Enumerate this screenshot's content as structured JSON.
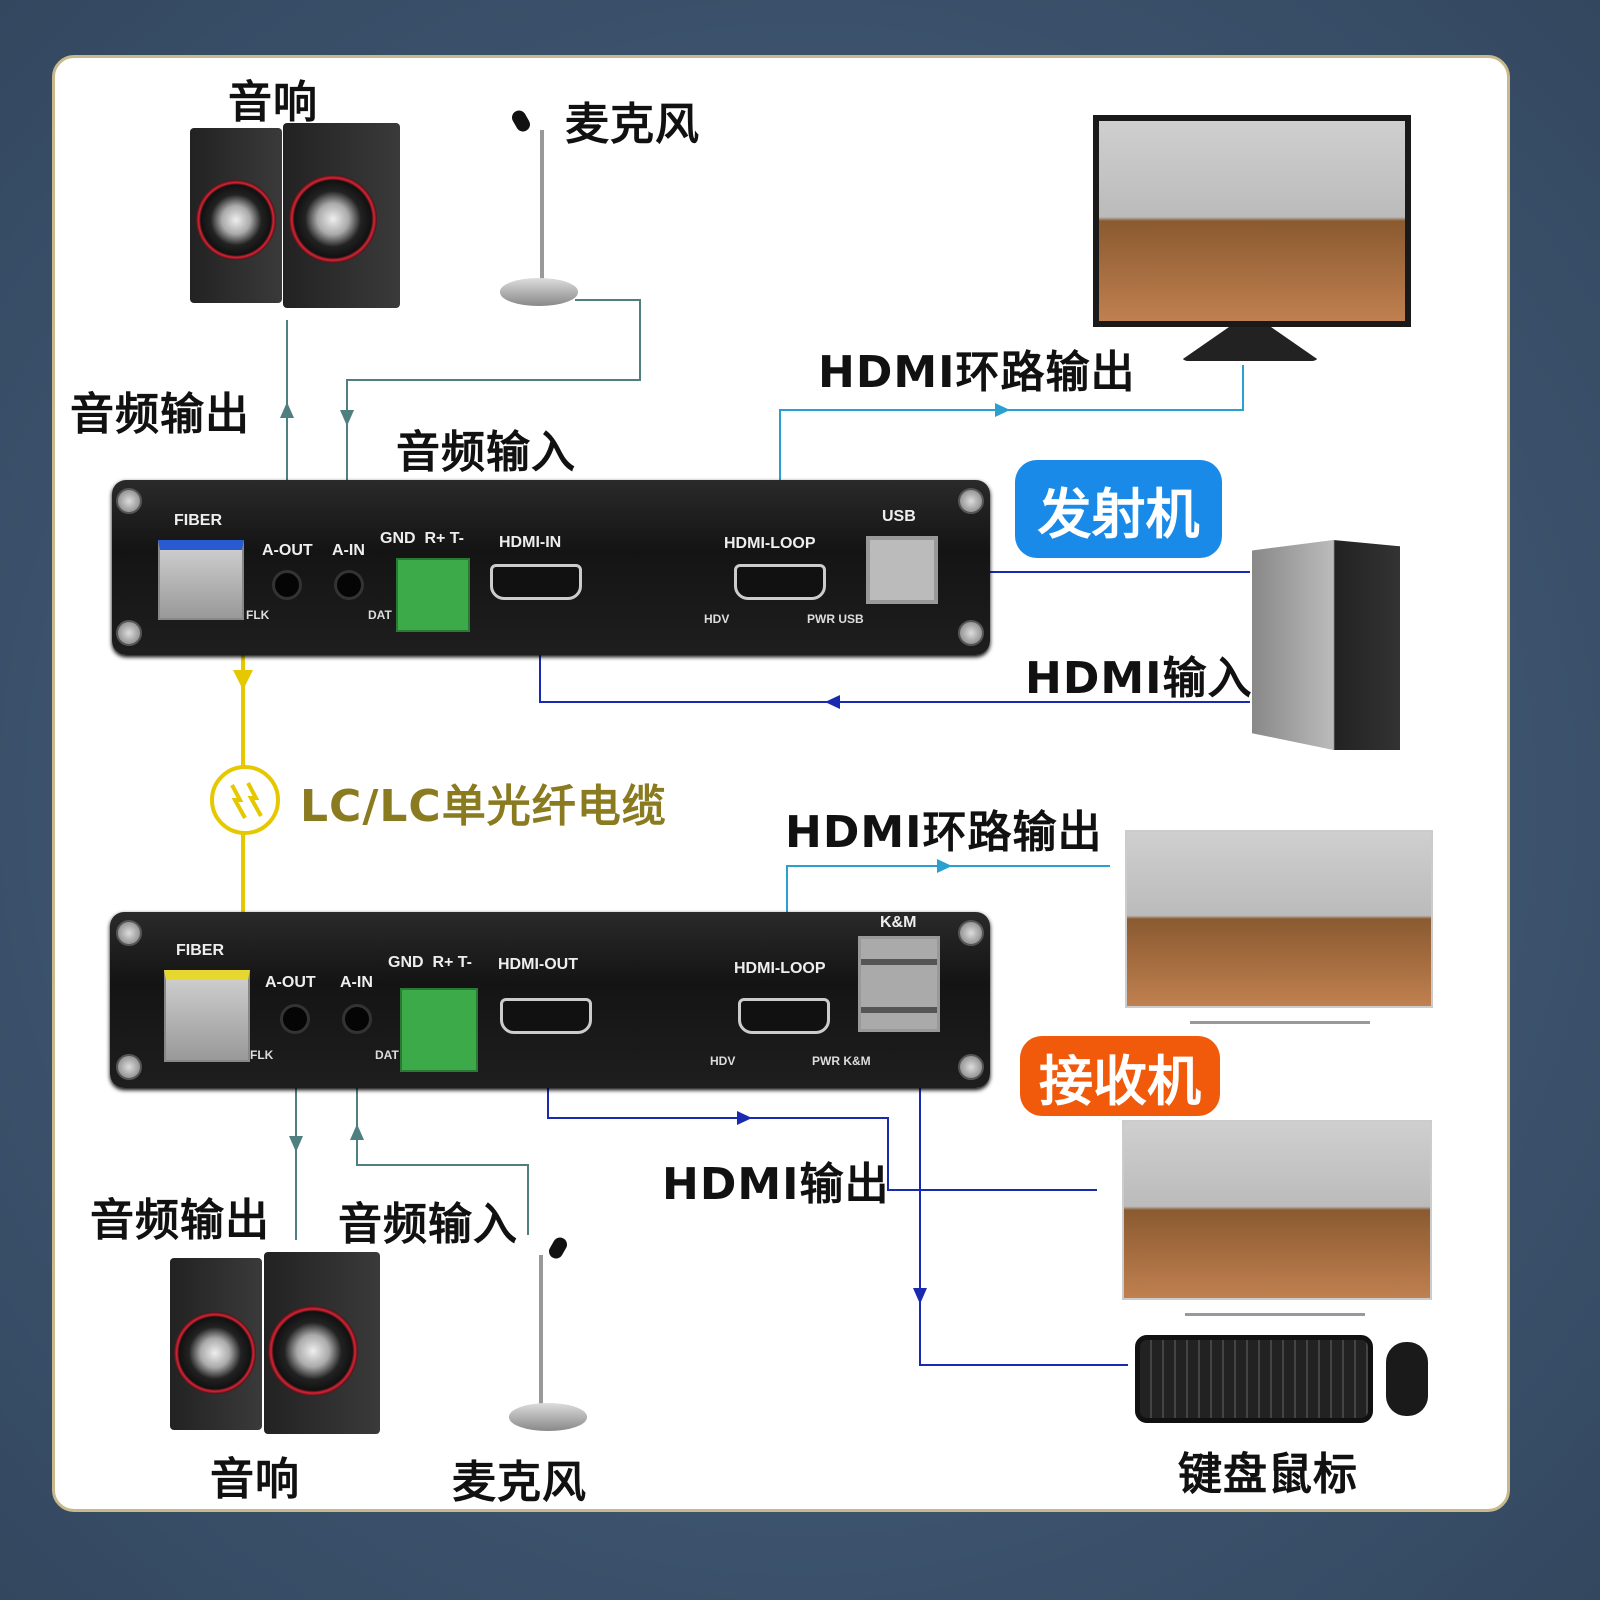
{
  "transmitter": {
    "badge": "发射机",
    "badge_color": "#1a8ae8",
    "ports": {
      "fiber": "FIBER",
      "a_out": "A-OUT",
      "a_in": "A-IN",
      "terminal": "GND  R+ T-",
      "hdmi_in": "HDMI-IN",
      "hdmi_loop": "HDMI-LOOP",
      "usb": "USB",
      "flk": "FLK",
      "dat": "DAT",
      "hdv": "HDV",
      "pwr": "PWR USB"
    }
  },
  "receiver": {
    "badge": "接收机",
    "badge_color": "#f05a0a",
    "ports": {
      "fiber": "FIBER",
      "a_out": "A-OUT",
      "a_in": "A-IN",
      "terminal": "GND  R+ T-",
      "hdmi_out": "HDMI-OUT",
      "hdmi_loop": "HDMI-LOOP",
      "km": "K&M",
      "flk": "FLK",
      "dat": "DAT",
      "hdv": "HDV",
      "pwr": "PWR K&M"
    }
  },
  "labels": {
    "speaker_top": "音响",
    "mic_top": "麦克风",
    "audio_out_top": "音频输出",
    "audio_in_top": "音频输入",
    "hdmi_loop_top": "HDMI环路输出",
    "hdmi_in": "HDMI输入",
    "fiber_cable": "LC/LC单光纤电缆",
    "hdmi_loop_bottom": "HDMI环路输出",
    "hdmi_out": "HDMI输出",
    "audio_out_bottom": "音频输出",
    "audio_in_bottom": "音频输入",
    "speaker_bottom": "音响",
    "mic_bottom": "麦克风",
    "keyboard_mouse": "键盘鼠标"
  },
  "colors": {
    "audio_line": "#4f7f7f",
    "hdmi_loop_line": "#2aa0d0",
    "signal_line": "#1a2ab0",
    "fiber_line": "#e6c800",
    "fiber_label": "#8a7a20"
  }
}
